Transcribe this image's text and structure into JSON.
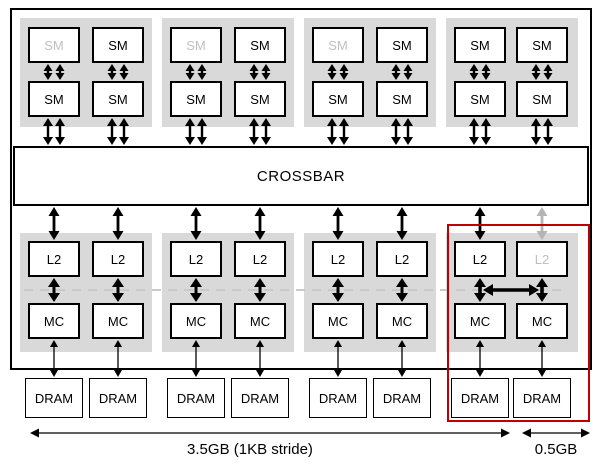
{
  "crossbar": {
    "label": "CROSSBAR"
  },
  "sm_top": [
    "SM",
    "SM",
    "SM",
    "SM",
    "SM",
    "SM",
    "SM",
    "SM"
  ],
  "sm_bottom": [
    "SM",
    "SM",
    "SM",
    "SM",
    "SM",
    "SM",
    "SM",
    "SM"
  ],
  "l2": [
    "L2",
    "L2",
    "L2",
    "L2",
    "L2",
    "L2",
    "L2",
    "L2"
  ],
  "mc": [
    "MC",
    "MC",
    "MC",
    "MC",
    "MC",
    "MC",
    "MC",
    "MC"
  ],
  "dram": [
    "DRAM",
    "DRAM",
    "DRAM",
    "DRAM",
    "DRAM",
    "DRAM",
    "DRAM",
    "DRAM"
  ],
  "footer": {
    "left_range_label": "3.5GB (1KB stride)",
    "right_range_label": "0.5GB"
  },
  "state": {
    "dimmed_sm_top_indices": [
      0,
      2,
      4
    ],
    "dimmed_l2_indices": [
      7
    ]
  },
  "colors": {
    "cluster_background": "#d9d9d9",
    "dimmed_text": "#bfbfbf",
    "dimmed_arrow": "#b4b4b4",
    "arrow": "#000000",
    "highlight_border": "#c00000"
  }
}
